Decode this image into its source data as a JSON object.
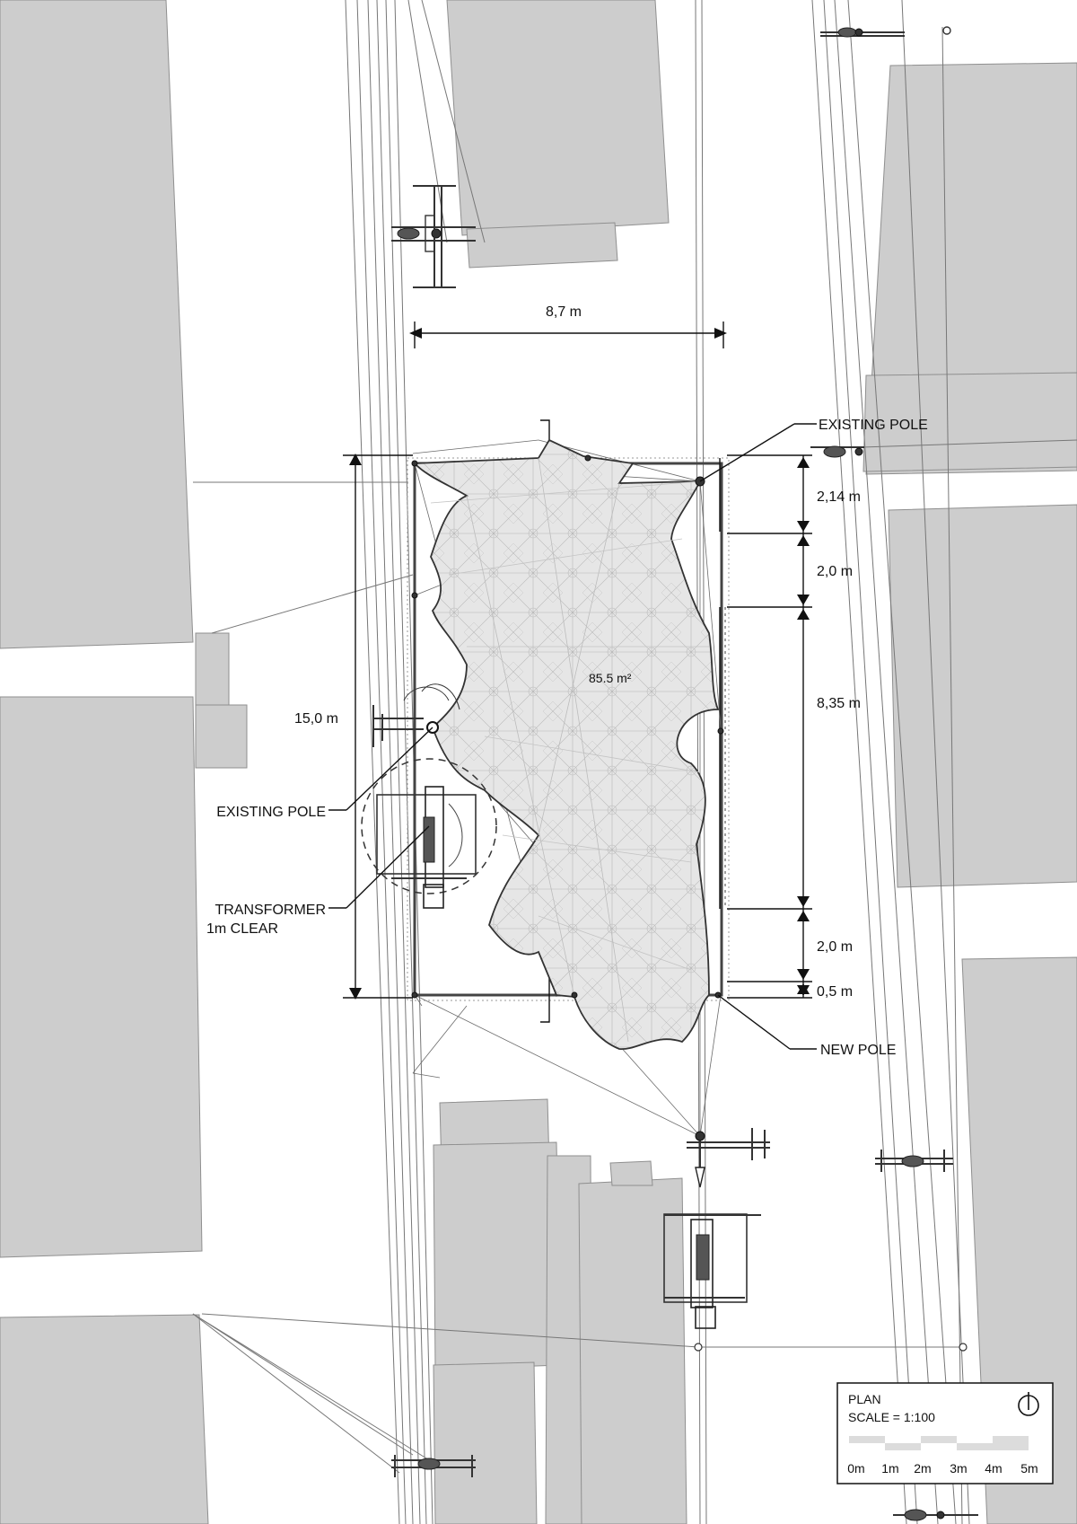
{
  "dimensions": {
    "width_top": "8,7 m",
    "height_left": "15,0 m",
    "right_1": "2,14 m",
    "right_2": "2,0 m",
    "right_3": "8,35 m",
    "right_4": "2,0 m",
    "right_5": "0,5 m"
  },
  "area_label": "85.5 m²",
  "labels": {
    "existing_pole_top": "EXISTING POLE",
    "existing_pole_left": "EXISTING POLE",
    "transformer_line1": "TRANSFORMER",
    "transformer_line2": "1m CLEAR",
    "new_pole": "NEW POLE"
  },
  "legend": {
    "title": "PLAN",
    "scale": "SCALE = 1:100",
    "ticks": [
      "0m",
      "1m",
      "2m",
      "3m",
      "4m",
      "5m"
    ]
  },
  "colors": {
    "building": "#cdcdcd",
    "canopy": "#e4e4e4",
    "lines": "#777777"
  }
}
